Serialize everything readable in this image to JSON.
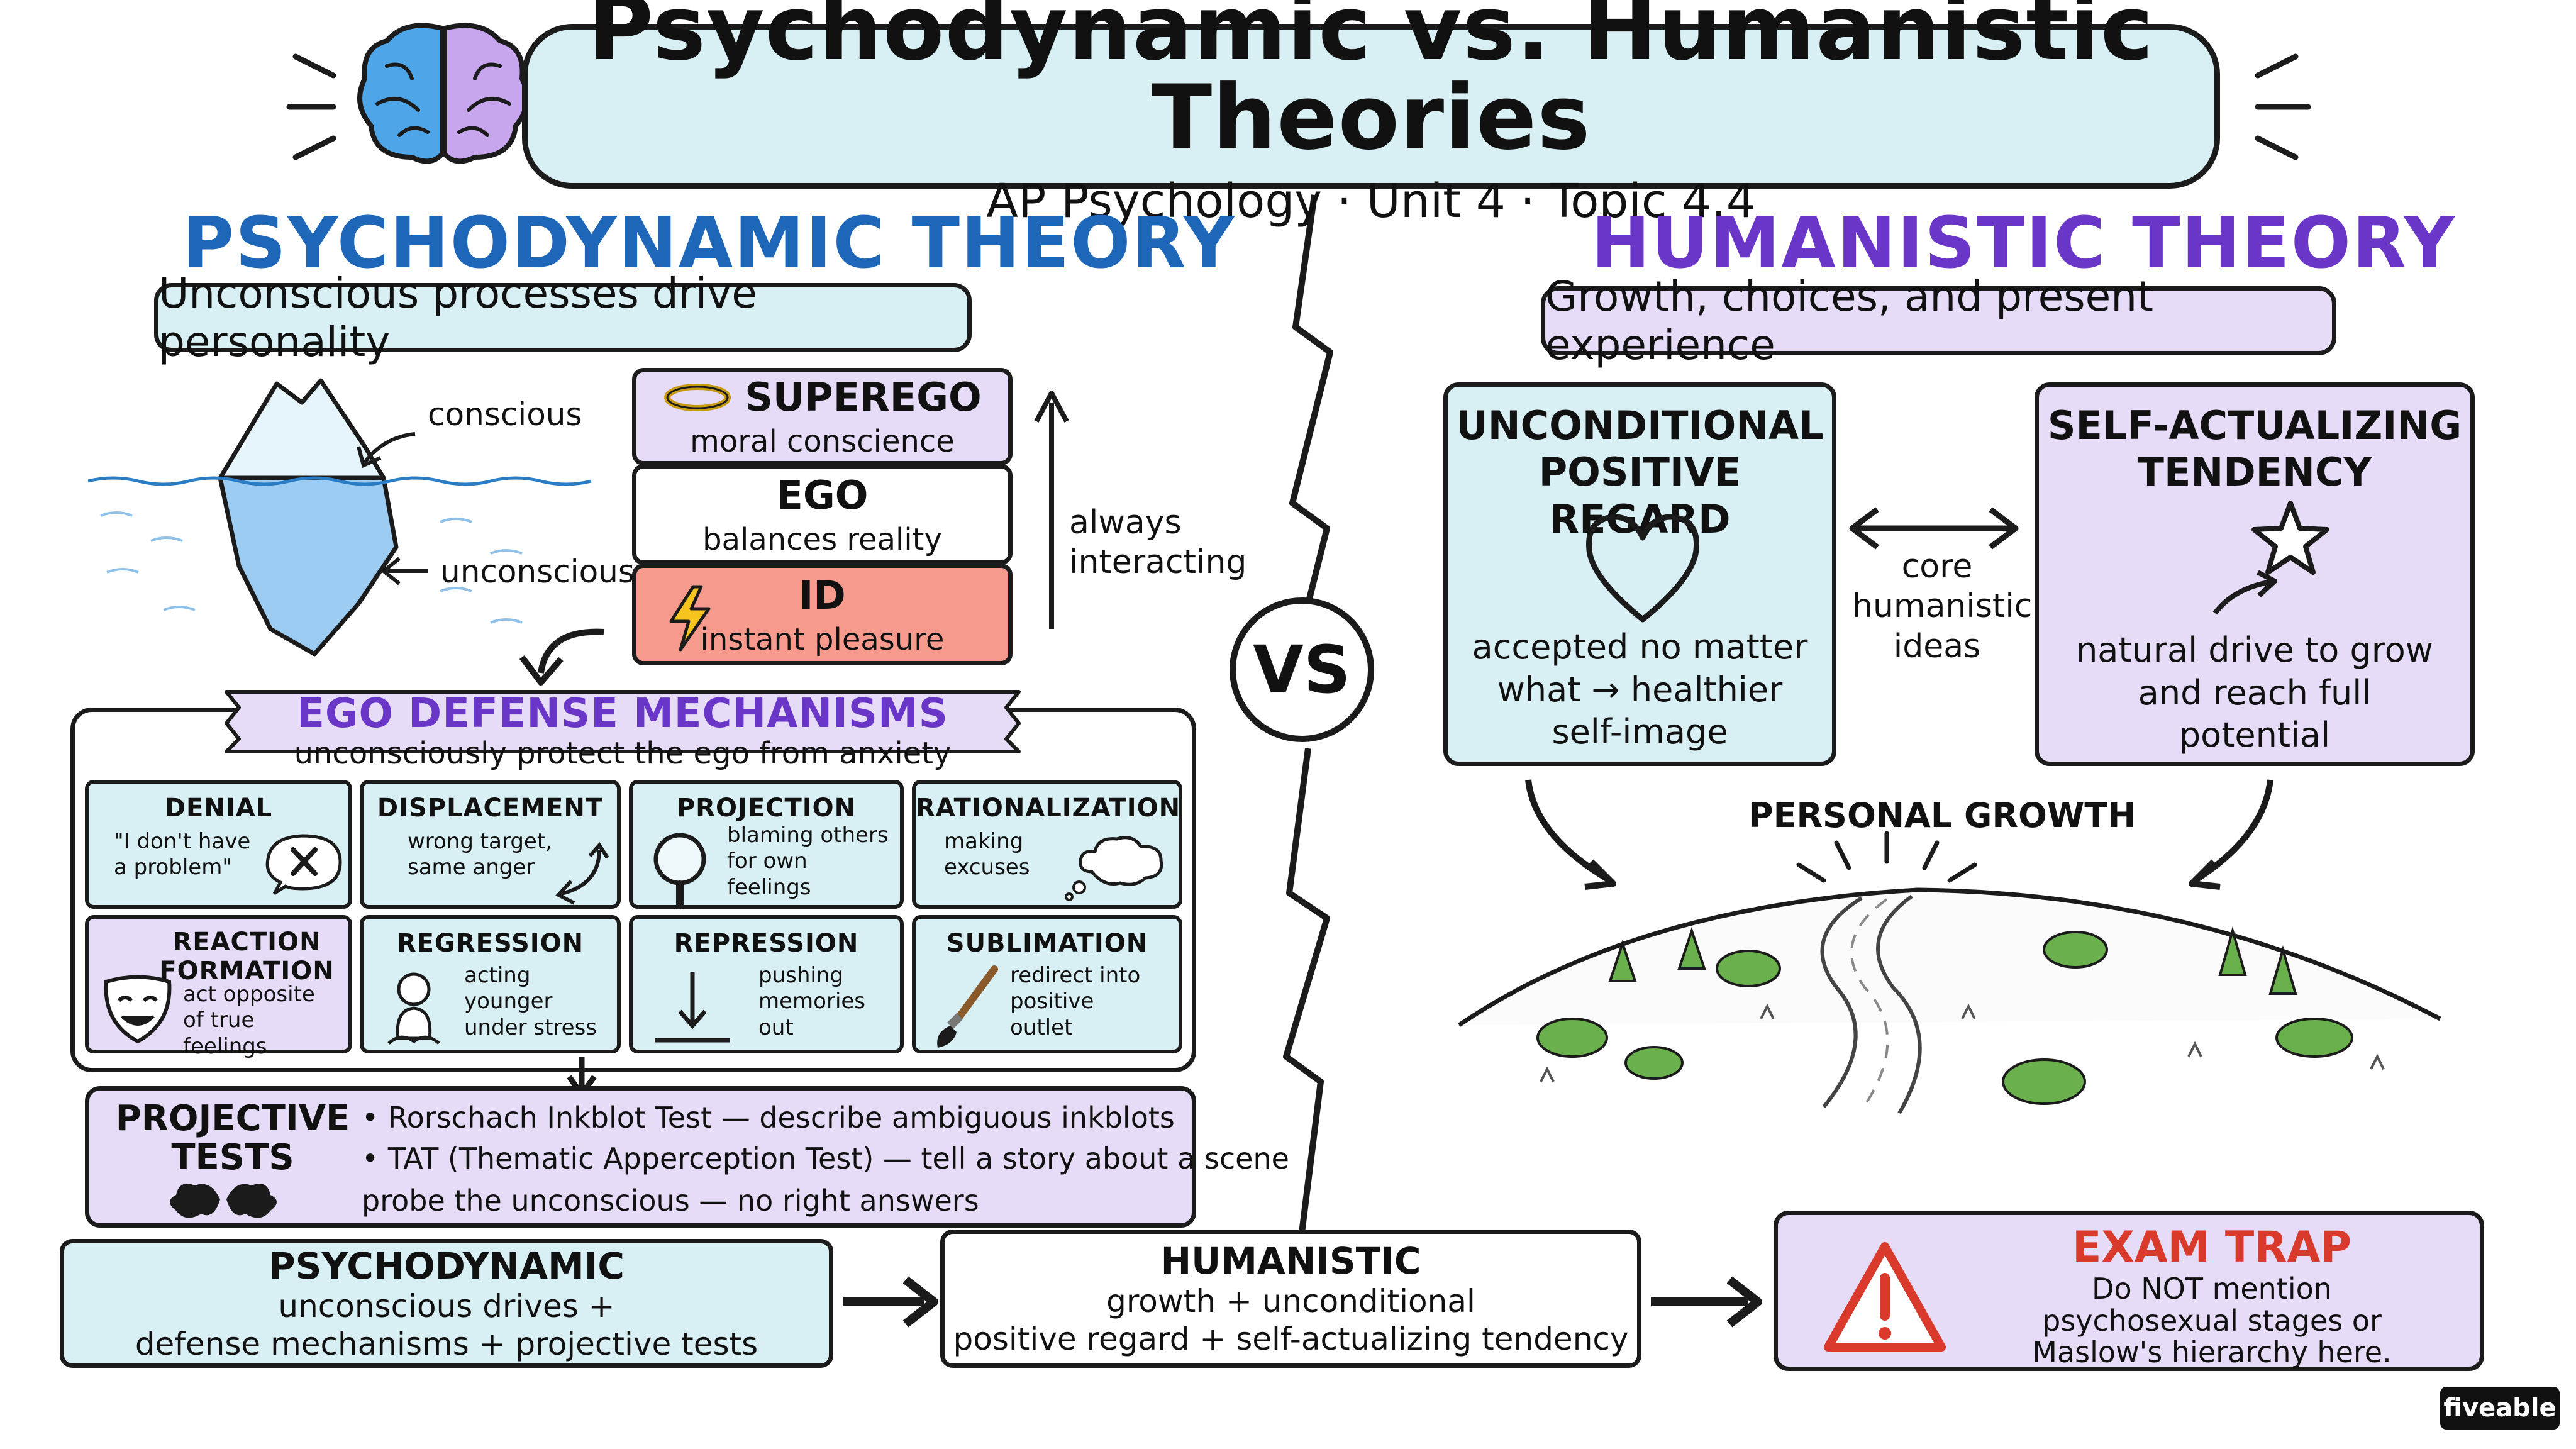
{
  "header": {
    "title": "Psychodynamic vs. Humanistic Theories",
    "subtitle": "AP Psychology · Unit 4 · Topic 4.4"
  },
  "vs_label": "VS",
  "psychodynamic": {
    "heading": "PSYCHODYNAMIC THEORY",
    "tagline": "Unconscious processes drive personality",
    "iceberg": {
      "conscious_label": "conscious",
      "unconscious_label": "unconscious"
    },
    "structure": [
      {
        "title": "SUPEREGO",
        "desc": "moral conscience"
      },
      {
        "title": "EGO",
        "desc": "balances reality"
      },
      {
        "title": "ID",
        "desc": "instant pleasure"
      }
    ],
    "structure_note": "always\ninteracting",
    "defense": {
      "title": "EGO DEFENSE MECHANISMS",
      "subtitle": "unconsciously protect the ego from anxiety",
      "items": [
        {
          "title": "DENIAL",
          "desc": "\"I don't have\na problem\""
        },
        {
          "title": "DISPLACEMENT",
          "desc": "wrong target,\nsame anger"
        },
        {
          "title": "PROJECTION",
          "desc": "blaming others\nfor own\nfeelings"
        },
        {
          "title": "RATIONALIZATION",
          "desc": "making\nexcuses"
        },
        {
          "title": "REACTION\nFORMATION",
          "desc": "act opposite\nof true\nfeelings"
        },
        {
          "title": "REGRESSION",
          "desc": "acting\nyounger\nunder stress"
        },
        {
          "title": "REPRESSION",
          "desc": "pushing\nmemories\nout"
        },
        {
          "title": "SUBLIMATION",
          "desc": "redirect into\npositive\noutlet"
        }
      ]
    },
    "projective": {
      "title": "PROJECTIVE\nTESTS",
      "bullets": [
        "Rorschach Inkblot Test — describe ambiguous inkblots",
        "TAT (Thematic Apperception Test) — tell a story about a scene"
      ],
      "note": "probe the unconscious — no right answers"
    }
  },
  "humanistic": {
    "heading": "HUMANISTIC THEORY",
    "tagline": "Growth, choices, and present experience",
    "regard": {
      "title": "UNCONDITIONAL\nPOSITIVE REGARD",
      "desc": "accepted no matter\nwhat → healthier\nself-image"
    },
    "tendency": {
      "title": "SELF-ACTUALIZING\nTENDENCY",
      "desc": "natural drive to grow\nand reach full\npotential"
    },
    "core_label": "core\nhumanistic\nideas",
    "growth_label": "PERSONAL GROWTH"
  },
  "summary": {
    "psychodynamic": {
      "title": "PSYCHODYNAMIC",
      "desc": "unconscious drives +\ndefense mechanisms + projective tests"
    },
    "humanistic": {
      "title": "HUMANISTIC",
      "desc": "growth + unconditional\npositive regard + self-actualizing tendency"
    },
    "exam_trap": {
      "title": "EXAM TRAP",
      "desc": "Do NOT mention\npsychosexual stages or\nMaslow's hierarchy here."
    }
  },
  "brand": "fiveable",
  "colors": {
    "psycho_blue": "#1d66b8",
    "human_purple": "#6a36c8",
    "light_teal": "#d8f0f4",
    "light_lavender": "#e6dcf7",
    "id_red": "#f59a8c",
    "trap_red": "#d93a2b"
  }
}
